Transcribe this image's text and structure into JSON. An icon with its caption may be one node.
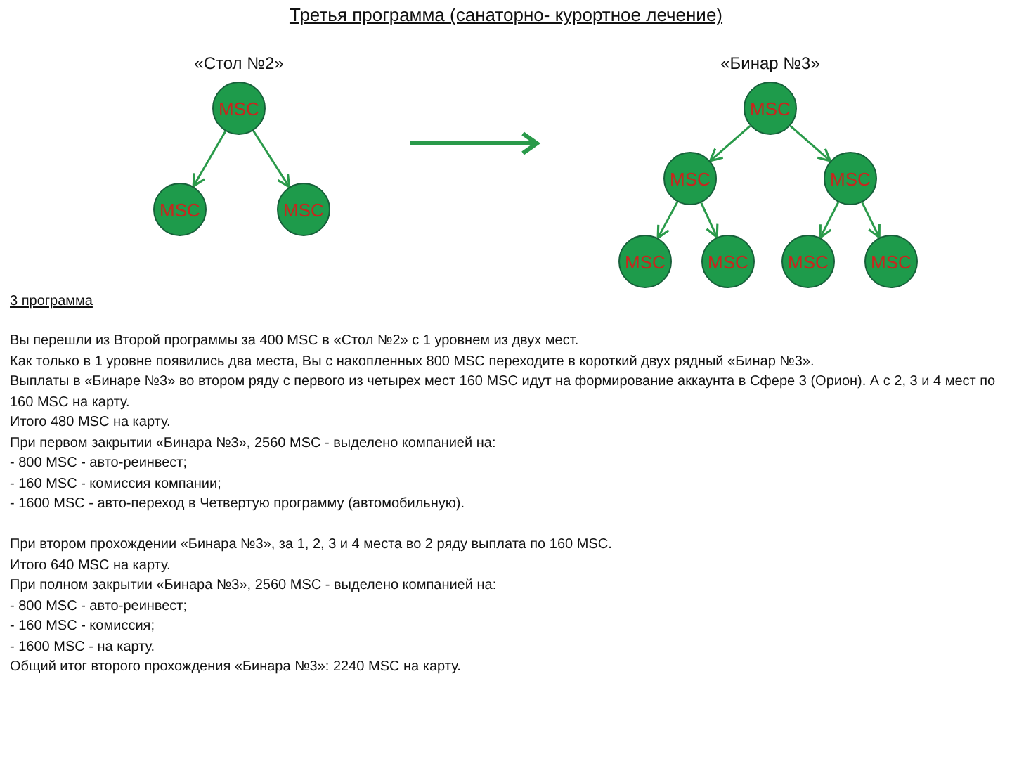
{
  "diagram": {
    "title": "Третья программа  (санаторно- курортное лечение)",
    "nodes": [
      {
        "text": [
          "MSC"
        ]
      },
      {
        "text": [
          "MSC"
        ]
      },
      {
        "text": [
          "MSC"
        ]
      },
      {
        "text": [
          "MSC"
        ]
      },
      {
        "text": [
          "MSC"
        ]
      },
      {
        "text": [
          "MSC"
        ]
      },
      {
        "text": [
          "MSC"
        ]
      },
      {
        "text": [
          "MSC"
        ]
      },
      {
        "text": [
          "MSC"
        ]
      },
      {
        "text": [
          "MSC"
        ]
      }
    ],
    "edges": [
      {
        "from": 0,
        "to": 1,
        "arrow": "to"
      },
      {
        "from": 0,
        "to": 2,
        "arrow": "to"
      },
      {
        "from": 3,
        "to": 4,
        "arrow": "to"
      },
      {
        "from": 3,
        "to": 5,
        "arrow": "to"
      },
      {
        "from": 4,
        "to": 6,
        "arrow": "to"
      },
      {
        "from": 4,
        "to": 7,
        "arrow": "to"
      },
      {
        "from": 5,
        "to": 8,
        "arrow": "to"
      },
      {
        "from": 5,
        "to": 9,
        "arrow": "to"
      }
    ],
    "labels": [
      "«Стол №2»",
      "«Бинар №3»",
      "3 программа",
      "Вы перешли из Второй программы за 400 MSC в «Стол №2» с 1 уровнем из двух мест.",
      "Как только в 1 уровне появились два места, Вы с накопленных 800 MSC  переходите в короткий двух рядный «Бинар №3».",
      "Выплаты в «Бинаре №3» во втором ряду с первого из четырех мест  160 MSC идут на формирование аккаунта в Сфере 3 (Орион). А с 2, 3 и 4 мест по 160 MSC на карту.",
      "Итого 480 MSC на карту.",
      "При первом закрытии «Бинара №3», 2560 MSC - выделено компанией на:",
      "-  800 MSC - авто-реинвест;",
      "-  160 MSC - комиссия компании;",
      "- 1600 MSC - авто-переход в Четвертую программу (автомобильную).",
      "При втором прохождении «Бинара №3», за  1, 2, 3 и 4 места во 2 ряду выплата по 160  MSC.",
      "Итого 640 MSC на карту.",
      "При полном закрытии «Бинара №3», 2560 MSC - выделено компанией на:",
      "-  800 MSC - авто-реинвест;",
      "-  160 MSC - комиссия;",
      "- 1600 MSC - на карту.",
      "Общий итог второго прохождения «Бинара №3»:  2240 MSC на карту."
    ]
  }
}
